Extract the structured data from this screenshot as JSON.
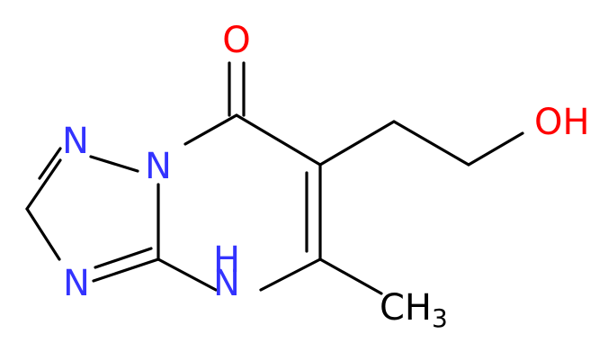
{
  "molecule": {
    "atoms": {
      "O1": "O",
      "OH": "OH",
      "N1": "N",
      "N2": "N",
      "N3": "N",
      "NH": "N",
      "H": "H",
      "CH3": "CH",
      "sub3": "3"
    },
    "colors": {
      "carbon": "#000000",
      "nitrogen": "#3333ff",
      "oxygen": "#ff0000"
    }
  }
}
